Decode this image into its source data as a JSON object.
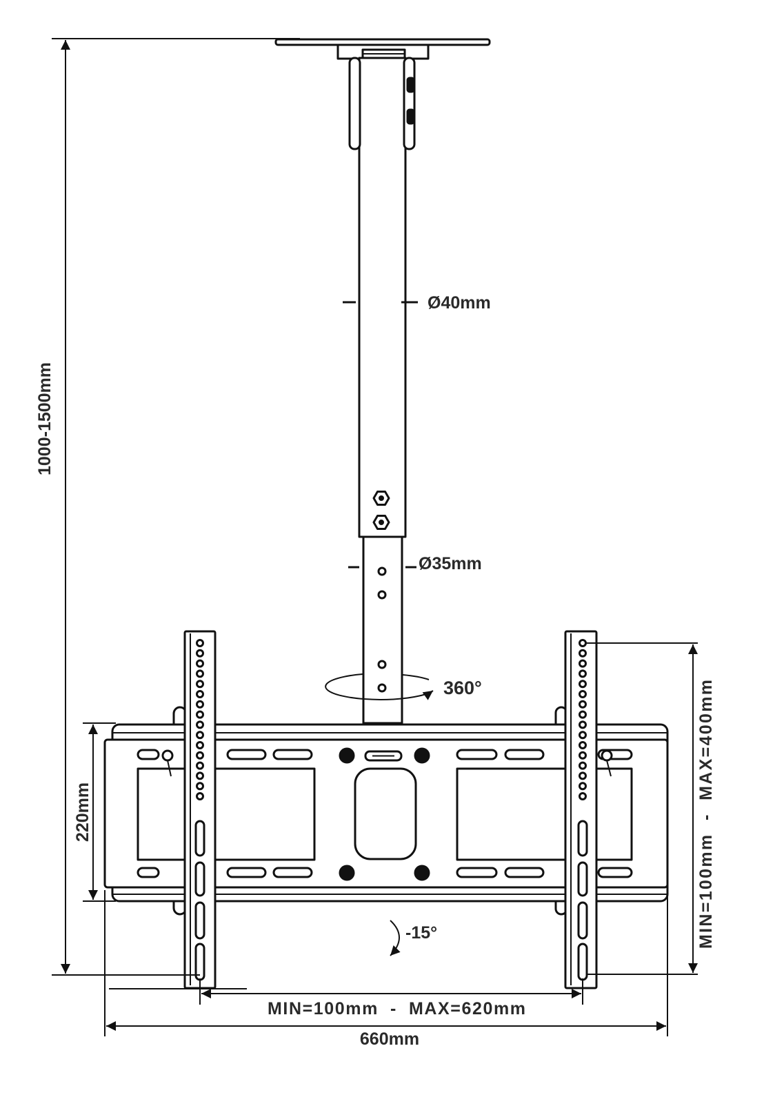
{
  "labels": {
    "height_range": "1000-1500mm",
    "upper_tube_diameter": "Ø40mm",
    "lower_tube_diameter": "Ø35mm",
    "rotation": "360°",
    "plate_height": "220mm",
    "tilt": "-15°",
    "vertical_vesa": "MIN=100mm  -  MAX=400mm",
    "horizontal_vesa": "MIN=100mm  -  MAX=620mm",
    "plate_width": "660mm"
  }
}
